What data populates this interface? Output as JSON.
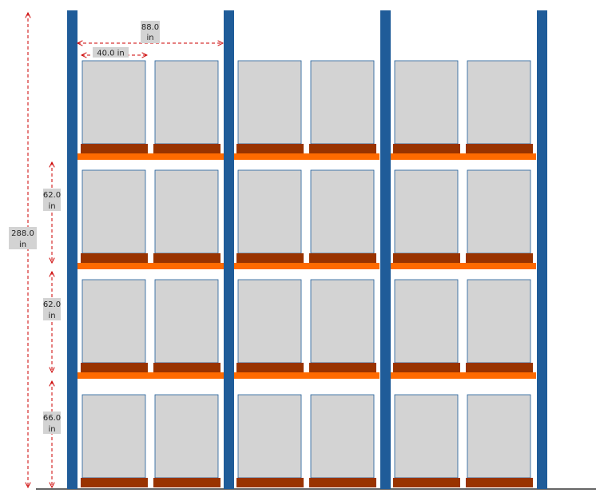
{
  "rack": {
    "bays": 3,
    "levels": 4,
    "pallets_per_bay": 2,
    "colors": {
      "upright": "#1f5c99",
      "beam": "#ff6a00",
      "pallet": "#993300",
      "load": "#d3d3d3",
      "load_border": "#1f5c99",
      "dimension": "#cc0000",
      "label_bg": "#d3d3d3",
      "floor": "#333333"
    }
  },
  "dimensions": {
    "total_height": {
      "value": "288.0",
      "unit": "in"
    },
    "bay_width": {
      "value": "88.0",
      "unit": "in"
    },
    "pallet_width": {
      "value": "40.0",
      "unit": "in"
    },
    "level_heights": [
      {
        "value": "62.0",
        "unit": "in"
      },
      {
        "value": "62.0",
        "unit": "in"
      },
      {
        "value": "66.0",
        "unit": "in"
      }
    ]
  }
}
